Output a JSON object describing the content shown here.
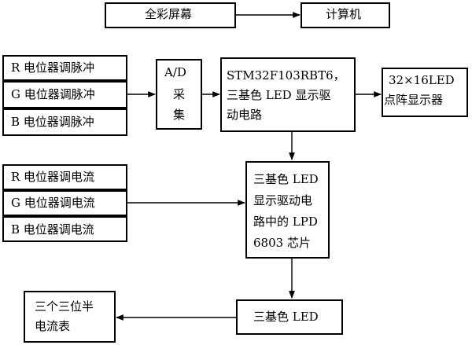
{
  "blocks": {
    "screen": "全彩屏幕",
    "computer": "计算机",
    "adc": [
      "A/D",
      "采",
      "集"
    ],
    "mcu": [
      "STM32F103RBT6，",
      "三基色 LED 显示驱",
      "动电路"
    ],
    "matrix": [
      "32×16LED",
      "点阵显示器"
    ],
    "pulse": [
      "R  电位器调脉冲",
      "G  电位器调脉冲",
      "B  电位器调脉冲"
    ],
    "current": [
      "R  电位器调电流",
      "G  电位器调电流",
      "B  电位器调电流"
    ],
    "chip": [
      "三基色  LED",
      "显示驱动电",
      "路中的 LPD",
      "6803 芯片"
    ],
    "led": "三基色 LED",
    "meter": [
      "三个三位半",
      "电流表"
    ]
  }
}
